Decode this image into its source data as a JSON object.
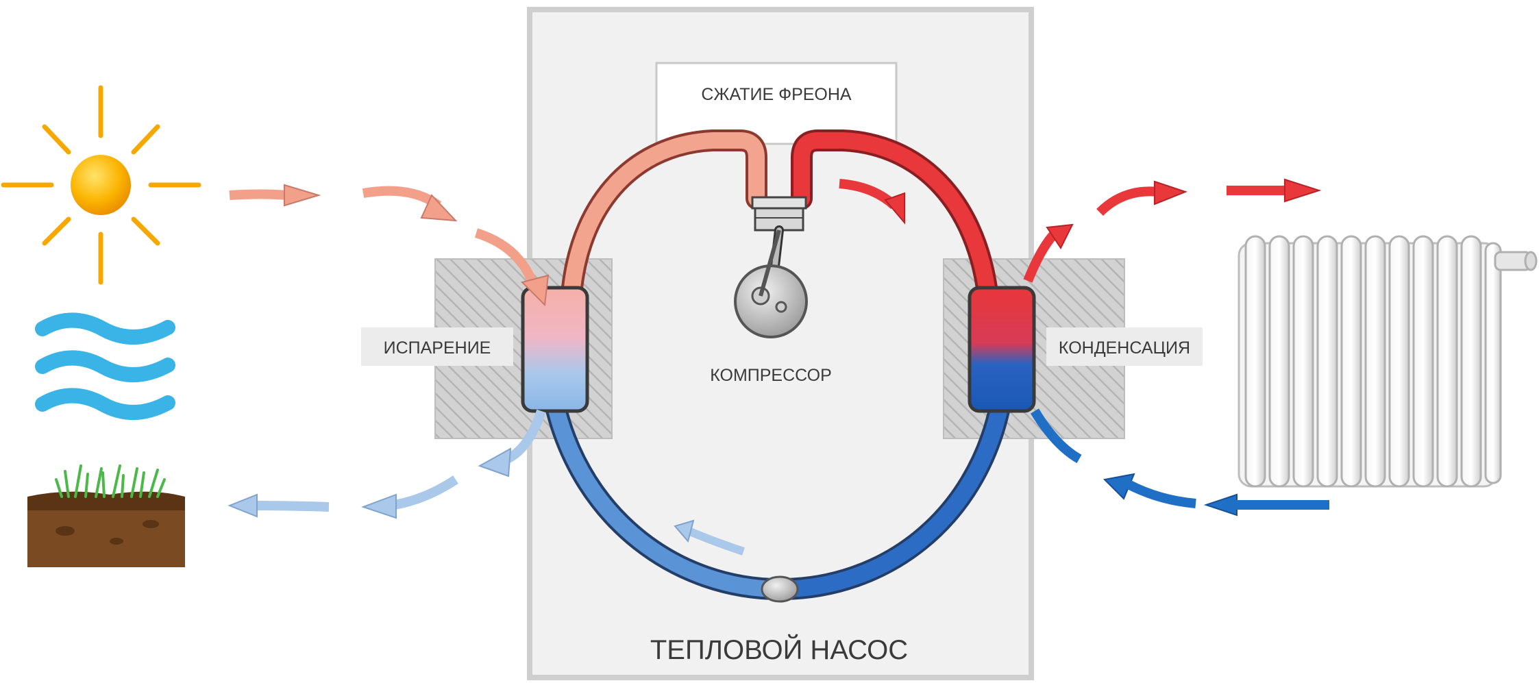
{
  "labels": {
    "compression": "СЖАТИЕ ФРЕОНА",
    "evaporation": "ИСПАРЕНИЕ",
    "compressor": "КОМПРЕССОР",
    "condensation": "КОНДЕНСАЦИЯ",
    "heat_pump": "ТЕПЛОВОЙ НАСОС"
  },
  "colors": {
    "hot": "#e8363a",
    "warm": "#f2a08a",
    "cool": "#4f8fd6",
    "cold": "#1f6fc6",
    "light_blue": "#a9c8ea",
    "water": "#3ab3e6",
    "sun": "#f7a800",
    "soil": "#7a4a22",
    "grass": "#4cb848",
    "frame": "#cfcfcf",
    "hatch": "#9a9a9a"
  },
  "icons": {
    "heat_sources": [
      "sun-icon",
      "water-icon",
      "ground-icon"
    ],
    "consumer": "radiator-icon"
  }
}
